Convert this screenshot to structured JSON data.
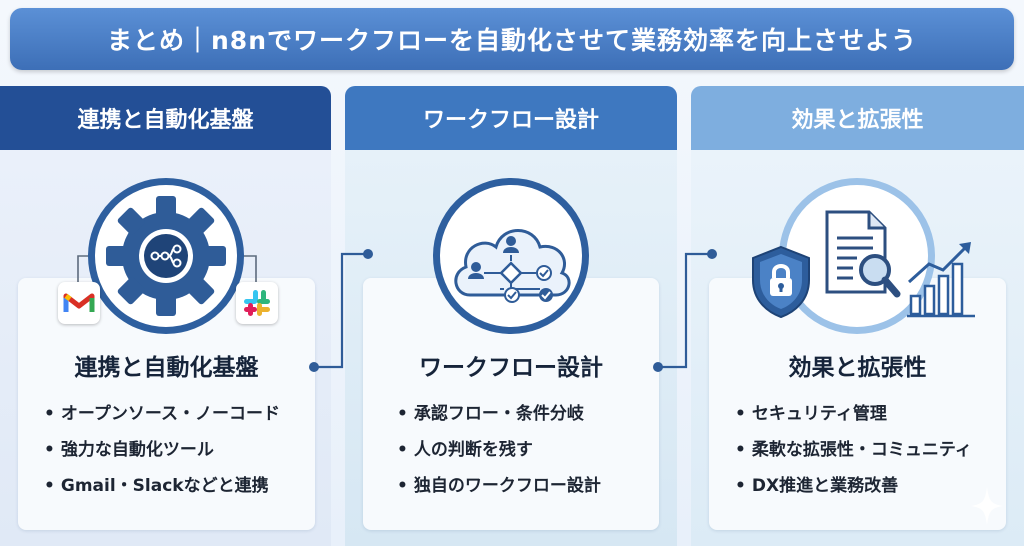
{
  "title": "まとめ｜n8nでワークフローを自動化させて業務効率を向上させよう",
  "columns": [
    {
      "header": "連携と自動化基盤",
      "card_title": "連携と自動化基盤",
      "items": [
        "オープンソース・ノーコード",
        "強力な自動化ツール",
        "Gmail・Slackなどと連携"
      ],
      "icons": [
        "gear-icon",
        "gmail-icon",
        "slack-icon"
      ]
    },
    {
      "header": "ワークフロー設計",
      "card_title": "ワークフロー設計",
      "items": [
        "承認フロー・条件分岐",
        "人の判断を残す",
        "独自のワークフロー設計"
      ],
      "icons": [
        "cloud-workflow-icon"
      ]
    },
    {
      "header": "効果と拡張性",
      "card_title": "効果と拡張性",
      "items": [
        "セキュリティ管理",
        "柔軟な拡張性・コミュニティ",
        "DX推進と業務改善"
      ],
      "icons": [
        "shield-lock-icon",
        "document-search-icon",
        "growth-chart-icon",
        "sparkle-icon"
      ]
    }
  ],
  "colors": {
    "title_bar": "#4a7fc8",
    "column1_header": "#234f96",
    "column2_header": "#3e78c0",
    "column3_header": "#7eaedf",
    "text_dark": "#16243a"
  }
}
